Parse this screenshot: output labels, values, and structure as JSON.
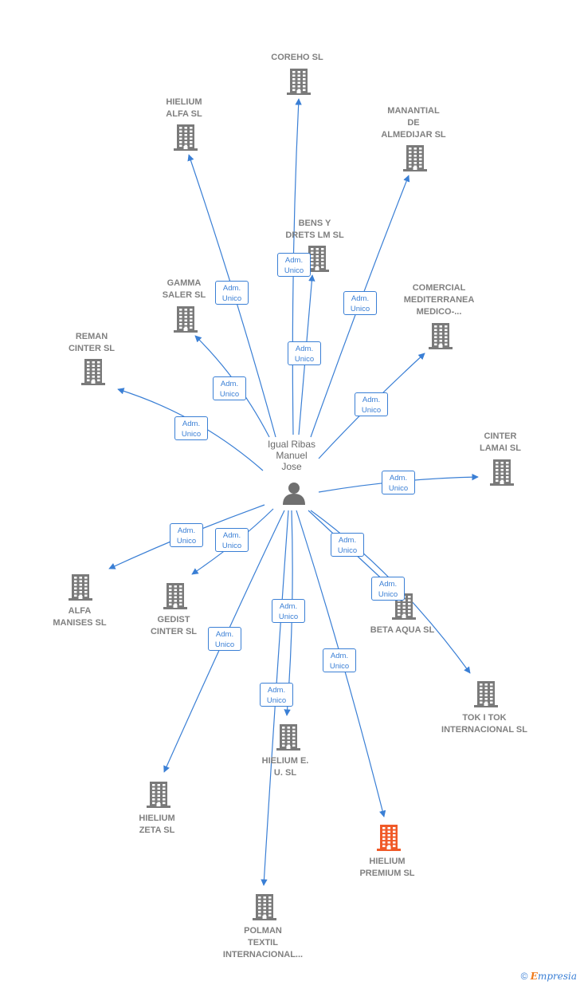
{
  "center": {
    "name": "Igual Ribas\nManuel\nJose",
    "icon": "person-icon"
  },
  "relation_label": "Adm.\nUnico",
  "colors": {
    "edge": "#3a7fd5",
    "building": "#7a7a7a",
    "highlight": "#f05a28"
  },
  "companies": [
    {
      "id": "coreho",
      "name": "COREHO  SL"
    },
    {
      "id": "hielium-alfa",
      "name": "HIELIUM\nALFA  SL"
    },
    {
      "id": "manantial",
      "name": "MANANTIAL\nDE\nALMEDIJAR  SL"
    },
    {
      "id": "bens-y-drets",
      "name": "BENS Y\nDRETS LM  SL"
    },
    {
      "id": "gamma-saler",
      "name": "GAMMA\nSALER  SL"
    },
    {
      "id": "comercial-mediterranea",
      "name": "COMERCIAL\nMEDITERRANEA\nMEDICO-..."
    },
    {
      "id": "reman-cinter",
      "name": "REMAN\nCINTER  SL"
    },
    {
      "id": "cinter-lamai",
      "name": "CINTER\nLAMAI  SL"
    },
    {
      "id": "alfa-manises",
      "name": "ALFA\nMANISES  SL"
    },
    {
      "id": "gedist-cinter",
      "name": "GEDIST\nCINTER  SL"
    },
    {
      "id": "beta-aqua",
      "name": "BETA AQUA  SL"
    },
    {
      "id": "tok-i-tok",
      "name": "TOK I TOK\nINTERNACIONAL SL"
    },
    {
      "id": "hielium-eu",
      "name": "HIELIUM E.\nU.  SL"
    },
    {
      "id": "hielium-zeta",
      "name": "HIELIUM\nZETA  SL"
    },
    {
      "id": "hielium-premium",
      "name": "HIELIUM\nPREMIUM  SL",
      "highlight": true
    },
    {
      "id": "polman-textil",
      "name": "POLMAN\nTEXTIL\nINTERNACIONAL..."
    }
  ],
  "footer": {
    "copyright": "©",
    "brand_initial": "E",
    "brand_rest": "mpresia"
  }
}
